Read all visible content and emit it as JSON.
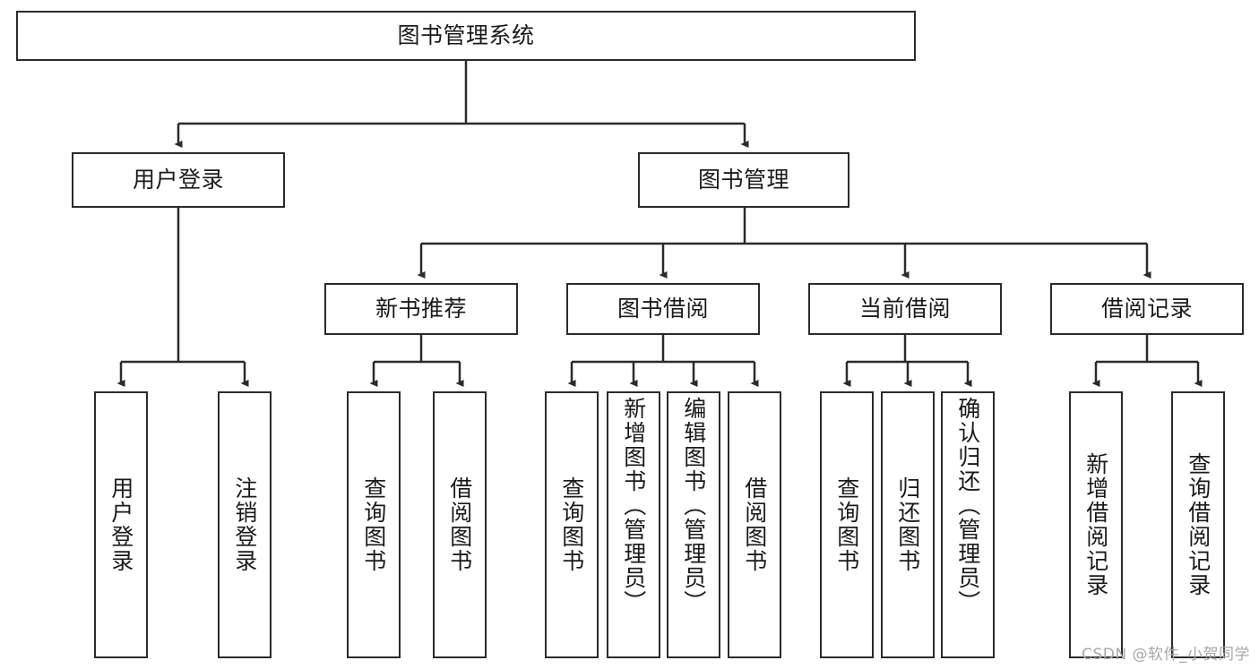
{
  "diagram": {
    "title": "图书管理系统",
    "type": "tree-hierarchy-chart",
    "watermark": "CSDN @软件_小贺同学",
    "colors": {
      "box_border": "#2b2b2b",
      "box_fill": "#ffffff",
      "line": "#2b2b2b",
      "text": "#1a1a1a",
      "watermark": "#a8a8a8",
      "background": "#ffffff"
    },
    "root": {
      "label": "图书管理系统"
    },
    "level1": [
      {
        "label": "用户登录"
      },
      {
        "label": "图书管理"
      }
    ],
    "level2": [
      {
        "label": "新书推荐"
      },
      {
        "label": "图书借阅"
      },
      {
        "label": "当前借阅"
      },
      {
        "label": "借阅记录"
      }
    ],
    "leaves": {
      "user_login": [
        {
          "label": "用户登录"
        },
        {
          "label": "注销登录"
        }
      ],
      "new_book_recommend": [
        {
          "label": "查询图书"
        },
        {
          "label": "借阅图书"
        }
      ],
      "book_borrow": [
        {
          "label": "查询图书"
        },
        {
          "label": "新增图书（管理员）"
        },
        {
          "label": "编辑图书（管理员）"
        },
        {
          "label": "借阅图书"
        }
      ],
      "current_borrow": [
        {
          "label": "查询图书"
        },
        {
          "label": "归还图书"
        },
        {
          "label": "确认归还（管理员）"
        }
      ],
      "borrow_record": [
        {
          "label": "新增借阅记录"
        },
        {
          "label": "查询借阅记录"
        }
      ]
    }
  }
}
